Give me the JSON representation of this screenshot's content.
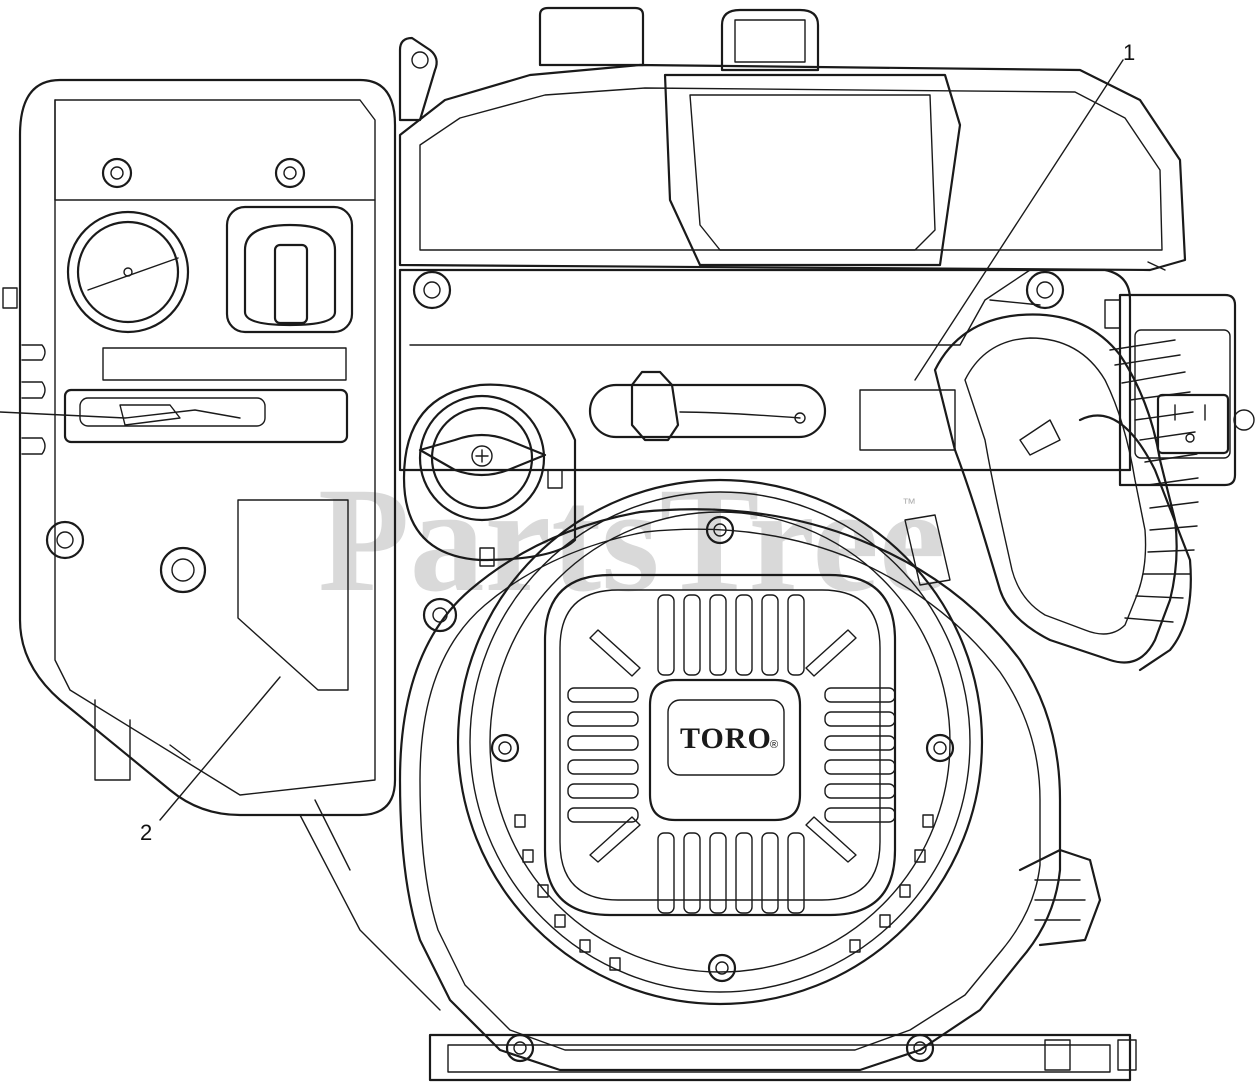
{
  "diagram": {
    "brand_logo": "TORO",
    "brand_mark": "®",
    "watermark": "PartsTree",
    "watermark_tm": "™",
    "callouts": [
      {
        "id": "callout-1",
        "label": "1"
      },
      {
        "id": "callout-2",
        "label": "2"
      }
    ]
  }
}
